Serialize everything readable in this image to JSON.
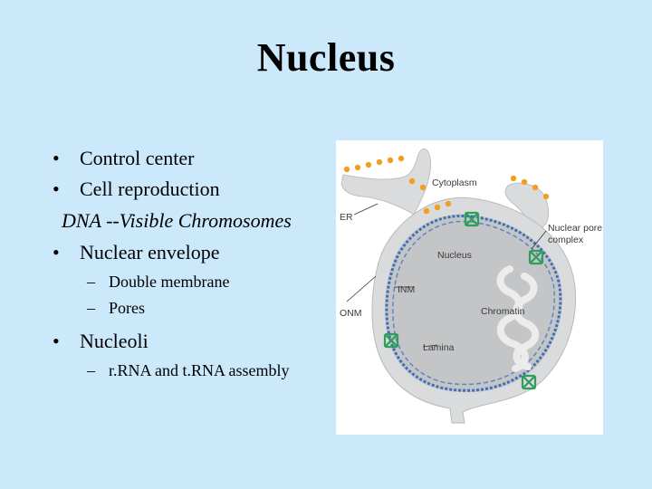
{
  "title": "Nucleus",
  "bullets": [
    {
      "level": 1,
      "text": "Control center"
    },
    {
      "level": 1,
      "text": "Cell reproduction"
    },
    {
      "level": 0,
      "text": "DNA --Visible Chromosomes"
    },
    {
      "level": 1,
      "text": "Nuclear envelope"
    },
    {
      "level": 2,
      "text": "Double membrane"
    },
    {
      "level": 2,
      "text": "Pores"
    },
    {
      "level": 1,
      "text": "Nucleoli"
    },
    {
      "level": 2,
      "text": "r.RNA and t.RNA assembly"
    }
  ],
  "bullet_glyph": "•",
  "dash_glyph": "–",
  "diagram": {
    "labels": {
      "cytoplasm": "Cytoplasm",
      "er": "ER",
      "nucleus": "Nucleus",
      "nuclear_pore_complex_line1": "Nuclear pore",
      "nuclear_pore_complex_line2": "complex",
      "inm": "INM",
      "onm": "ONM",
      "chromatin": "Chromatin",
      "lamina": "Lamina"
    },
    "colors": {
      "background": "#cce9fb",
      "figure_bg": "#ffffff",
      "envelope": "#dadbdc",
      "nucleoplasm": "#c4c5c7",
      "lamina": "#3f6fb6",
      "pore": "#2e9e5a",
      "ribosome": "#f0a020"
    }
  }
}
